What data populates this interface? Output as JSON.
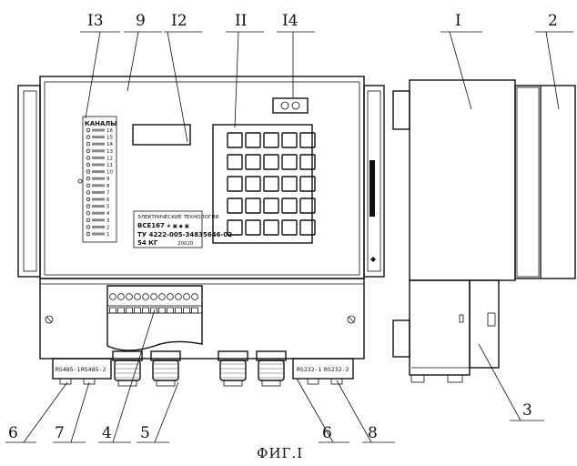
{
  "figure": {
    "caption": "ФИГ.I",
    "callouts": {
      "n13": "I3",
      "n9": "9",
      "n12": "I2",
      "n11": "II",
      "n14": "I4",
      "n1": "I",
      "n2": "2",
      "n6a": "6",
      "n7": "7",
      "n4": "4",
      "n5": "5",
      "n6b": "6",
      "n8": "8",
      "n3": "3"
    },
    "channels_panel": {
      "title": "КАНАЛЫ",
      "channels": [
        "16",
        "15",
        "14",
        "13",
        "12",
        "11",
        "10",
        "9",
        "8",
        "7",
        "6",
        "5",
        "4",
        "3",
        "2",
        "1"
      ]
    },
    "nameplate": {
      "line1": "ЭЛЕКТРИЧЕСКИЕ ТЕХНОЛОГИИ",
      "line2": "ВСЕ167",
      "line3": "ТУ 4222-005-34835646-02",
      "line4": "54 КГ",
      "line5": "20020"
    },
    "ports": {
      "rs485_1": "RS485-1",
      "rs485_2": "RS485-2",
      "rs232_1": "RS232-1",
      "rs232_2": "RS232-2"
    }
  }
}
